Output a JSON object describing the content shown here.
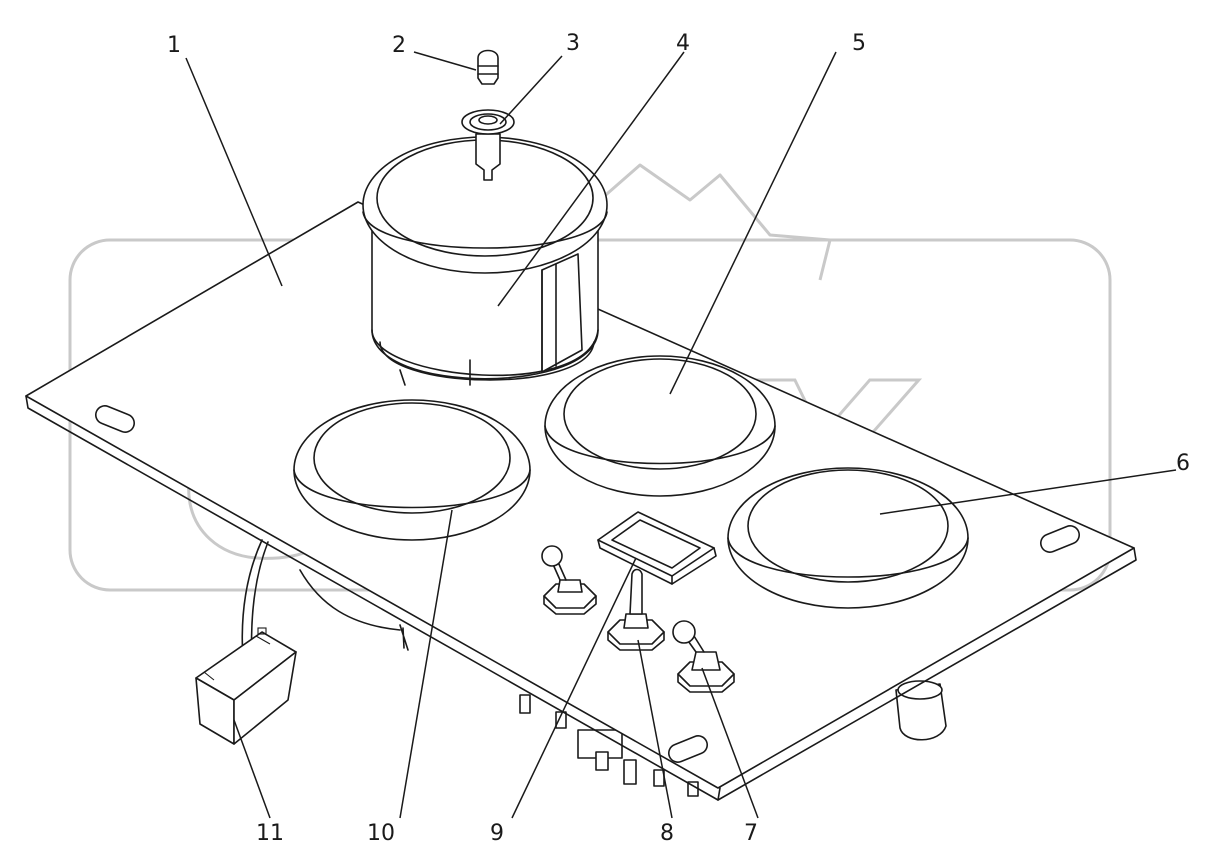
{
  "watermark": {
    "text": "OPEX",
    "color": "#c9c9c9"
  },
  "stamp": "",
  "callouts": [
    {
      "id": "1",
      "label": "1"
    },
    {
      "id": "2",
      "label": "2"
    },
    {
      "id": "3",
      "label": "3"
    },
    {
      "id": "4",
      "label": "4"
    },
    {
      "id": "5",
      "label": "5"
    },
    {
      "id": "6",
      "label": "6"
    },
    {
      "id": "7",
      "label": "7"
    },
    {
      "id": "8",
      "label": "8"
    },
    {
      "id": "9",
      "label": "9"
    },
    {
      "id": "10",
      "label": "10"
    },
    {
      "id": "11",
      "label": "11"
    }
  ],
  "colors": {
    "line": "#1a1a1a",
    "background": "#ffffff"
  }
}
